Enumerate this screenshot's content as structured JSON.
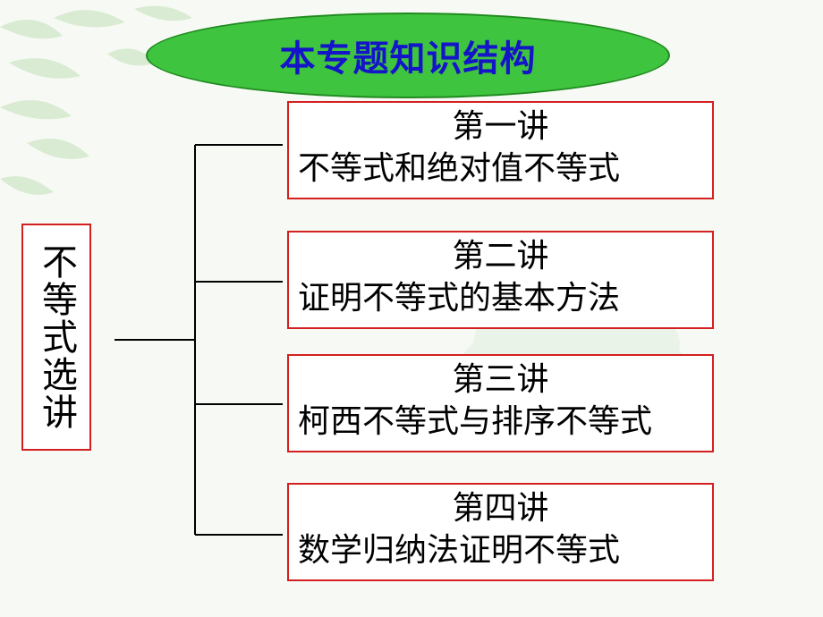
{
  "title": "本专题知识结构",
  "root": {
    "label": "不等式选讲"
  },
  "lectures": [
    {
      "number": "第一讲",
      "topic": "不等式和绝对值不等式"
    },
    {
      "number": "第二讲",
      "topic": "证明不等式的基本方法"
    },
    {
      "number": "第三讲",
      "topic": "柯西不等式与排序不等式"
    },
    {
      "number": "第四讲",
      "topic": "数学归纳法证明不等式"
    }
  ],
  "colors": {
    "title_fill": "#3fc43f",
    "title_text": "#1414c8",
    "box_border": "#d42020"
  }
}
